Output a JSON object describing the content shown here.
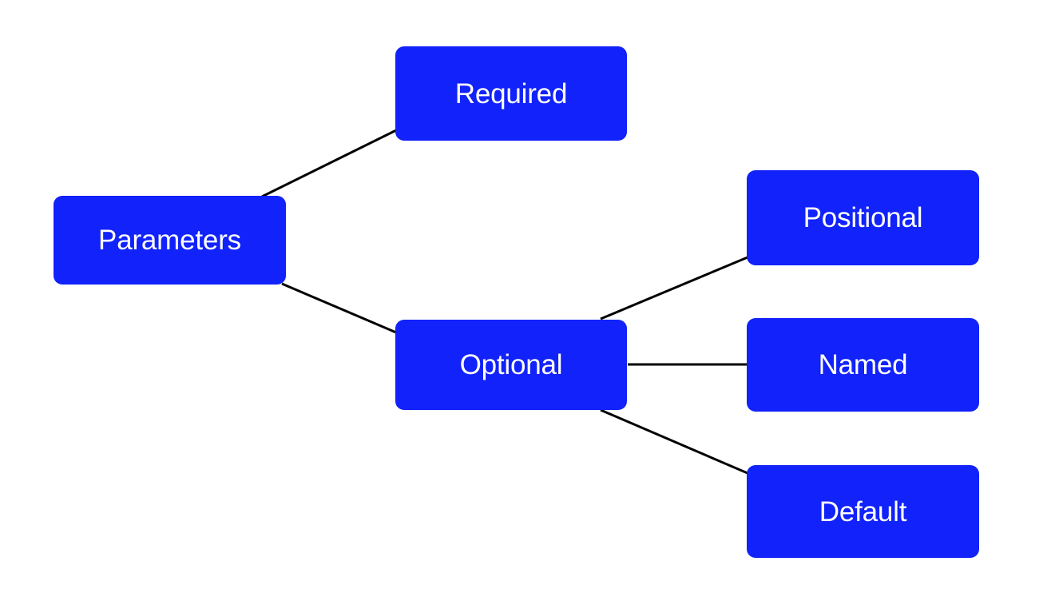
{
  "diagram": {
    "type": "tree",
    "background_color": "#ffffff",
    "node_fill_color": "#1122fa",
    "node_text_color": "#ffffff",
    "edge_color": "#000000",
    "nodes": [
      {
        "id": "parameters",
        "label": "Parameters"
      },
      {
        "id": "required",
        "label": "Required"
      },
      {
        "id": "optional",
        "label": "Optional"
      },
      {
        "id": "positional",
        "label": "Positional"
      },
      {
        "id": "named",
        "label": "Named"
      },
      {
        "id": "default",
        "label": "Default"
      }
    ],
    "edges": [
      {
        "from": "parameters",
        "to": "required",
        "name": "edge-parameters-required"
      },
      {
        "from": "parameters",
        "to": "optional",
        "name": "edge-parameters-optional"
      },
      {
        "from": "optional",
        "to": "positional",
        "name": "edge-optional-positional"
      },
      {
        "from": "optional",
        "to": "named",
        "name": "edge-optional-named"
      },
      {
        "from": "optional",
        "to": "default",
        "name": "edge-optional-default"
      }
    ]
  }
}
